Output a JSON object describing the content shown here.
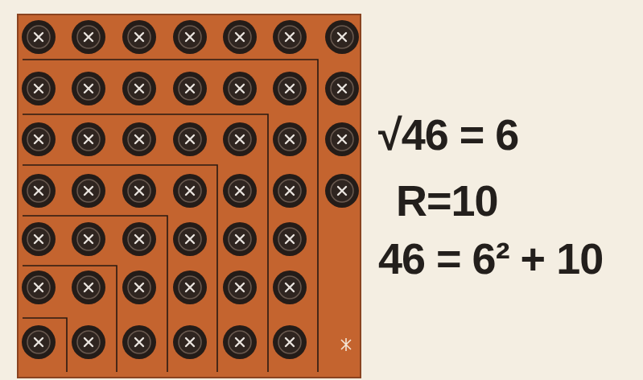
{
  "diagram": {
    "labels": [
      "√46 = 6",
      "R=10",
      "46 = 6² + 10"
    ]
  }
}
